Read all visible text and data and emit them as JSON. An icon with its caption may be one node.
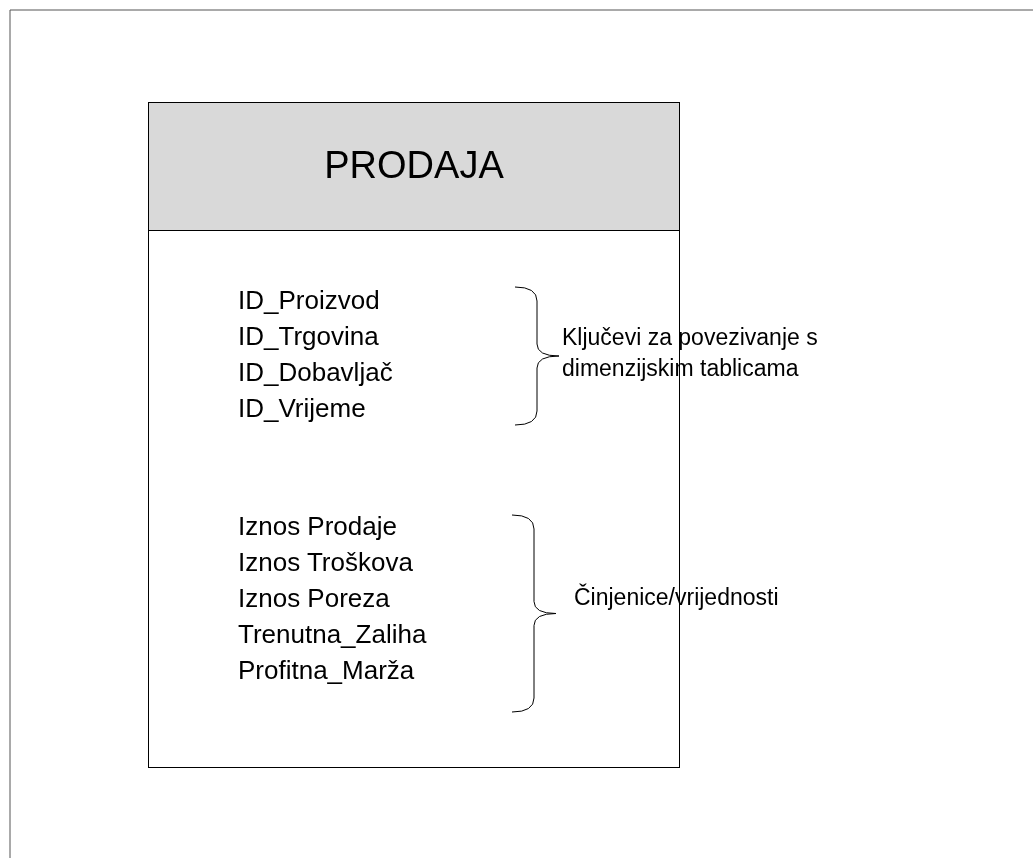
{
  "diagram": {
    "nodes": [
      {
        "text": [
          "PRODAJA"
        ]
      }
    ],
    "labels": [
      "ID_Proizvod",
      "ID_Trgovina",
      "ID_Dobavljač",
      "ID_Vrijeme",
      "Ključevi za povezivanje s dimenzijskim tablicama",
      "Iznos Prodaje",
      "Iznos Troškova",
      "Iznos Poreza",
      "Trenutna_Zaliha",
      "Profitna_Marža",
      "Činjenice/vrijednosti"
    ]
  }
}
